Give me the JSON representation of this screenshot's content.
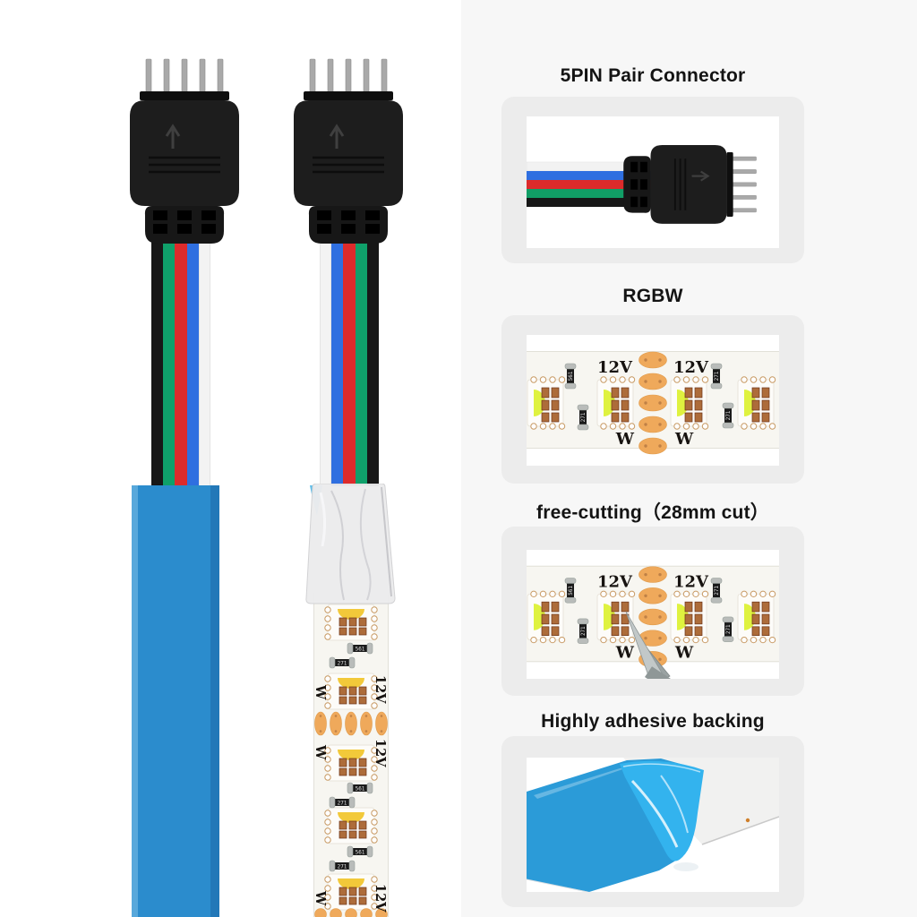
{
  "features": [
    {
      "title": "5PIN Pair Connector"
    },
    {
      "title": "RGBW"
    },
    {
      "title": "free-cutting（28mm cut）"
    },
    {
      "title": "Highly adhesive backing"
    }
  ],
  "strip": {
    "voltage_label": "12V",
    "white_channel_label": "W",
    "resistor_marking_a": "271",
    "resistor_marking_b": "561",
    "led_modules_visible_per_photo": 4,
    "pad_color": "#efa95b"
  },
  "cables": {
    "connector_pin_count": 5,
    "left_ribbon_wire_colors": [
      "black",
      "green",
      "red",
      "blue",
      "white"
    ],
    "right_ribbon_wire_colors": [
      "white",
      "blue",
      "red",
      "green",
      "black"
    ],
    "flat_cable_color": "#2b8ccd",
    "adhesive_liner_color": "#2fa9e4"
  },
  "colors": {
    "right_background": "#f7f7f7",
    "card_background": "#ececec",
    "photo_background": "#ffffff"
  }
}
